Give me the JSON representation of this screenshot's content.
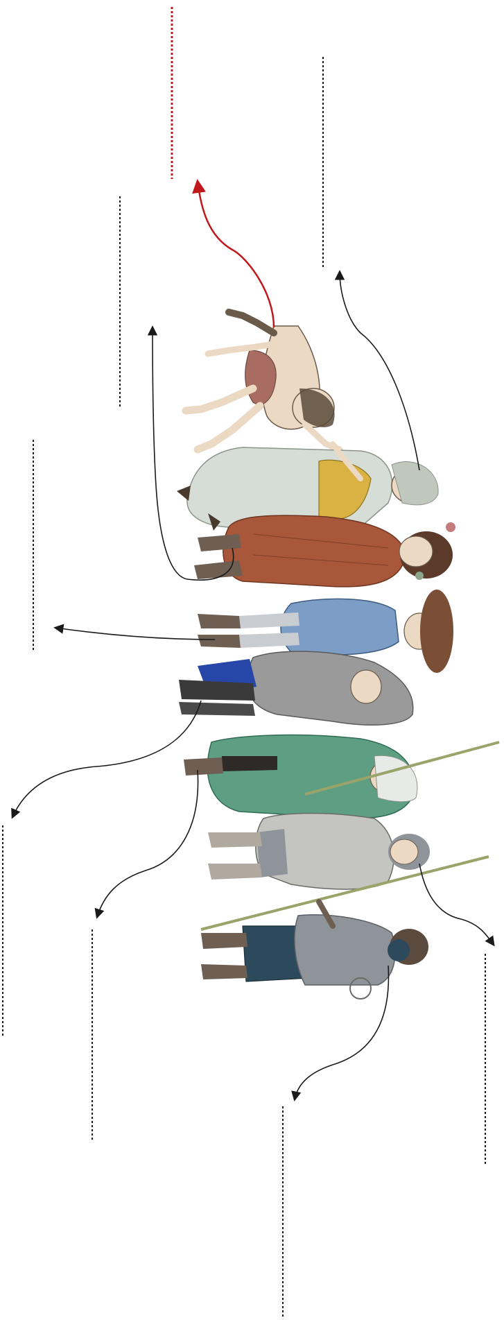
{
  "colors": {
    "background": "#ffffff",
    "line_default": "#1a1a1a",
    "line_highlight": "#c0171b",
    "skin": "#ecd9c3",
    "hair_dark": "#4a3a2e",
    "woman_dress": "#d6dcd6",
    "woman_bodice": "#d9b243",
    "man_cloak_brown": "#a9573a",
    "man_hat_brown": "#5b3a2a",
    "blue_tunic": "#7c9ec6",
    "grey_cloak": "#9a9a9a",
    "blue_cloth": "#2747a8",
    "green_cloak": "#5e9f84",
    "soldier_grey": "#8f939a",
    "soldier_navy": "#2d4a5c",
    "boots": "#6f5e52",
    "spear": "#9aa36a"
  },
  "figures": [
    {
      "name": "child",
      "icon": "child-figure"
    },
    {
      "name": "woman",
      "icon": "woman-figure"
    },
    {
      "name": "man-with-flower-hat",
      "icon": "man-figure"
    },
    {
      "name": "man-with-wide-hat",
      "icon": "man-figure"
    },
    {
      "name": "man-in-grey-cloak",
      "icon": "man-figure"
    },
    {
      "name": "woman-in-green-cloak",
      "icon": "woman-figure"
    },
    {
      "name": "soldier-with-spear",
      "icon": "soldier-figure"
    },
    {
      "name": "soldier-in-navy",
      "icon": "soldier-figure"
    }
  ],
  "labels": [
    {
      "id": "child",
      "text": "",
      "highlighted": true
    },
    {
      "id": "woman",
      "text": "",
      "highlighted": false
    },
    {
      "id": "man-flower-hat",
      "text": "",
      "highlighted": false
    },
    {
      "id": "man-wide-hat",
      "text": "",
      "highlighted": false
    },
    {
      "id": "man-grey-cloak",
      "text": "",
      "highlighted": false
    },
    {
      "id": "woman-green-cloak",
      "text": "",
      "highlighted": false
    },
    {
      "id": "soldier-spear",
      "text": "",
      "highlighted": false
    },
    {
      "id": "soldier-navy",
      "text": "",
      "highlighted": false
    },
    {
      "id": "soldier-navy-lower",
      "text": "",
      "highlighted": false
    }
  ]
}
